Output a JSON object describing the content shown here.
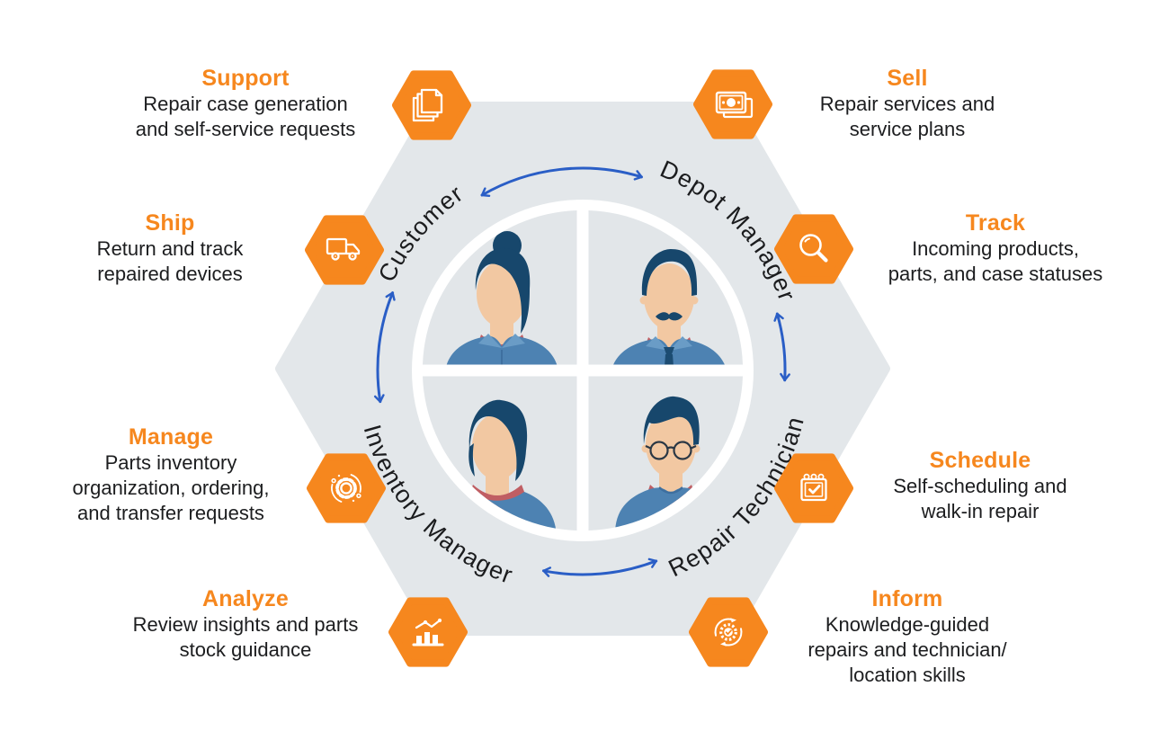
{
  "colors": {
    "accent_orange": "#F6871E",
    "arrow_blue": "#2A5EC6",
    "hexagon_gray": "#E3E7EA",
    "quadrant_gray": "#E2E6E9",
    "text_dark": "#1C1D1F",
    "white": "#FFFFFF",
    "avatar_hair": "#17476C",
    "avatar_skin": "#F2C8A2",
    "avatar_collar_red": "#C05E63",
    "avatar_shirt_blue": "#4D82B2"
  },
  "roles": [
    {
      "label": "Customer",
      "avatar": "woman-bun-avatar"
    },
    {
      "label": "Depot Manager",
      "avatar": "man-mustache-avatar"
    },
    {
      "label": "Inventory Manager",
      "avatar": "woman-short-hair-avatar"
    },
    {
      "label": "Repair Technician",
      "avatar": "man-glasses-avatar"
    }
  ],
  "features": [
    {
      "title": "Support",
      "icon": "documents-icon",
      "lines": [
        "Repair case generation",
        "and self-service requests"
      ]
    },
    {
      "title": "Sell",
      "icon": "money-icon",
      "lines": [
        "Repair services and",
        "service plans"
      ]
    },
    {
      "title": "Ship",
      "icon": "truck-icon",
      "lines": [
        "Return and track",
        "repaired devices"
      ]
    },
    {
      "title": "Track",
      "icon": "magnifier-icon",
      "lines": [
        "Incoming products,",
        "parts, and case statuses"
      ]
    },
    {
      "title": "Manage",
      "icon": "gear-network-icon",
      "lines": [
        "Parts inventory",
        "organization, ordering,",
        "and transfer requests"
      ]
    },
    {
      "title": "Schedule",
      "icon": "calendar-check-icon",
      "lines": [
        "Self-scheduling and",
        "walk-in repair"
      ]
    },
    {
      "title": "Analyze",
      "icon": "bar-chart-icon",
      "lines": [
        "Review insights and parts",
        "stock guidance"
      ]
    },
    {
      "title": "Inform",
      "icon": "certified-refresh-icon",
      "lines": [
        "Knowledge-guided",
        "repairs and technician/",
        "location skills"
      ]
    }
  ]
}
